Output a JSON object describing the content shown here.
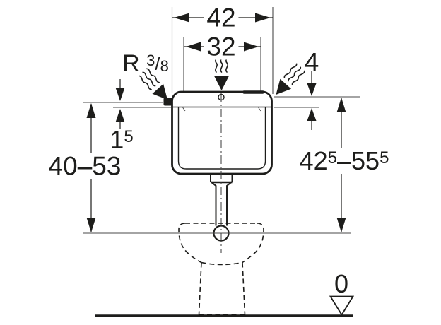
{
  "drawing": {
    "type": "cistern-installation-dimension-drawing",
    "colors": {
      "line": "#1d1d1b",
      "thin_line": "#4a4a4a",
      "background": "#ffffff"
    },
    "labels": {
      "top_width": "42",
      "top_inner_width": "32",
      "supply_thread": {
        "prefix": "R",
        "numerator": "3",
        "slash": "/",
        "denominator": "8"
      },
      "lid_height": "4",
      "supply_offset": {
        "value": "1",
        "sup": "5"
      },
      "height_range_supply": "40–53",
      "height_range_top": {
        "from": "42",
        "from_sup": "5",
        "dash": "–",
        "to": "55",
        "to_sup": "5"
      },
      "floor_level": "0"
    },
    "icons": [
      {
        "name": "water-flow-icon",
        "meaning": "water supply flow arrow",
        "count": 3
      },
      {
        "name": "datum-triangle-icon",
        "meaning": "floor reference level 0"
      }
    ]
  }
}
